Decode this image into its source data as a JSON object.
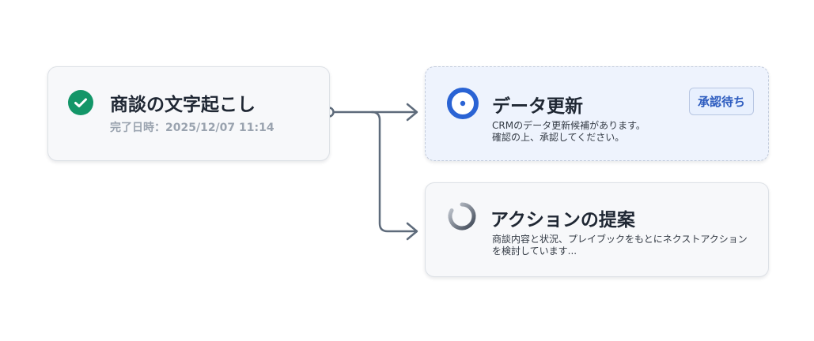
{
  "colors": {
    "done_green": "#139668",
    "pending_blue": "#2a63d4",
    "connector": "#5e6b7b",
    "spinner": "#7a8494"
  },
  "cards": {
    "transcription": {
      "icon": "check-circle-icon",
      "title": "商談の文字起こし",
      "completed_at": "完了日時：2025/12/07 11:14"
    },
    "data_update": {
      "icon": "target-icon",
      "title": "データ更新",
      "description_line1": "CRMのデータ更新候補があります。",
      "description_line2": "確認の上、承認してください。",
      "badge": "承認待ち"
    },
    "action_proposal": {
      "icon": "spinner-icon",
      "title": "アクションの提案",
      "description_line1": "商談内容と状況、プレイブックをもとにネクストアクション",
      "description_line2": "を検討しています..."
    }
  }
}
